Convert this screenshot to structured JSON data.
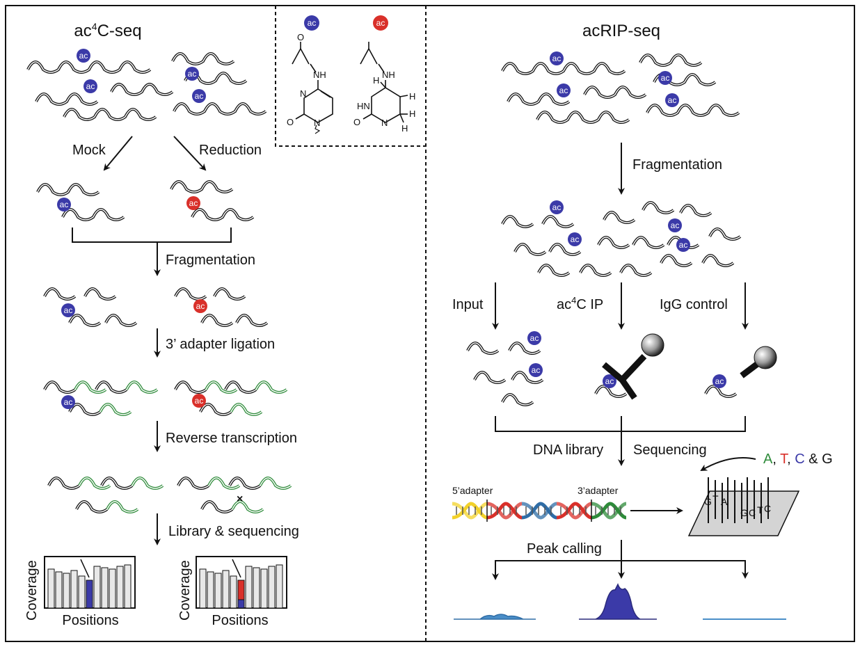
{
  "left_panel": {
    "title_main": "ac",
    "title_sup": "4",
    "title_rest": "C-seq",
    "mock_label": "Mock",
    "reduction_label": "Reduction",
    "step_fragmentation": "Fragmentation",
    "step_adapter": "3’ adapter ligation",
    "step_rt": "Reverse transcription",
    "step_library": "Library & sequencing",
    "coverage_label": "Coverage",
    "positions_label": "Positions"
  },
  "inset": {
    "badge_text": "ac",
    "nh": "NH",
    "hn": "HN",
    "n": "N",
    "o": "O",
    "h": "H"
  },
  "right_panel": {
    "title": "acRIP-seq",
    "step_fragmentation": "Fragmentation",
    "input_label": "Input",
    "ip_label_main": "ac",
    "ip_label_sup": "4",
    "ip_label_rest": "C IP",
    "igg_label": "IgG control",
    "dna_library": "DNA library",
    "sequencing": "Sequencing",
    "bases_a": "A",
    "bases_sep1": ", ",
    "bases_t": "T",
    "bases_sep2": ", ",
    "bases_c": "C",
    "bases_rest": " & G",
    "adapter5": "5’adapter",
    "adapter3": "3’adapter",
    "peak_calling": "Peak calling"
  },
  "colors": {
    "ac_blue": "#3b3aa8",
    "ac_red": "#d9302a",
    "adapter_green": "#2e8b3a",
    "peak_blue": "#3b3aa8",
    "peak_light": "#4a8ec8"
  }
}
